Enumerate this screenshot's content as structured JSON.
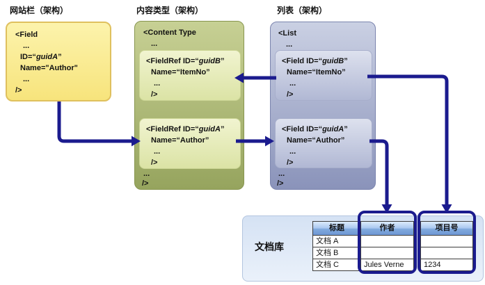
{
  "colors": {
    "arrow": "#1b1b8e",
    "highlight_outline": "#1b1b8e"
  },
  "site_column": {
    "title": "网站栏（架构）",
    "field": {
      "open": "<Field",
      "dots1": "...",
      "id_pre": "ID=“",
      "id_guid": "guidA",
      "id_post": "”",
      "name": "Name=\"Author\"",
      "dots2": "...",
      "close": "/>"
    }
  },
  "content_type": {
    "title": "内容类型（架构）",
    "open": "<Content Type",
    "dots": "...",
    "field_refs": [
      {
        "pre": "<FieldRef ID=“",
        "guid": "guidB",
        "post": "”",
        "name": "Name=“ItemNo”",
        "dots": "...",
        "close": "/>"
      },
      {
        "pre": "<FieldRef ID=“",
        "guid": "guidA",
        "post": "”",
        "name": "Name=“Author”",
        "dots": "...",
        "close": "/>"
      }
    ],
    "bottom_dots": "...",
    "bottom_close": "/>"
  },
  "list": {
    "title": "列表（架构）",
    "open": "<List",
    "dots": "...",
    "fields": [
      {
        "pre": "<Field ID=“",
        "guid": "guidB",
        "post": "”",
        "name": "Name=“ItemNo”",
        "dots": "...",
        "close": "/>"
      },
      {
        "pre": "<Field ID=“",
        "guid": "guidA",
        "post": "”",
        "name": "Name=“Author”",
        "dots": "...",
        "close": "/>"
      }
    ],
    "bottom_dots": "...",
    "bottom_close": "/>"
  },
  "document_library": {
    "label": "文档库",
    "headers": [
      "标题",
      "作者",
      "项目号"
    ],
    "rows": [
      {
        "title": "文档 A",
        "author": "",
        "item_no": ""
      },
      {
        "title": "文档 B",
        "author": "",
        "item_no": ""
      },
      {
        "title": "文档 C",
        "author": "Jules Verne",
        "item_no": "1234"
      }
    ]
  }
}
